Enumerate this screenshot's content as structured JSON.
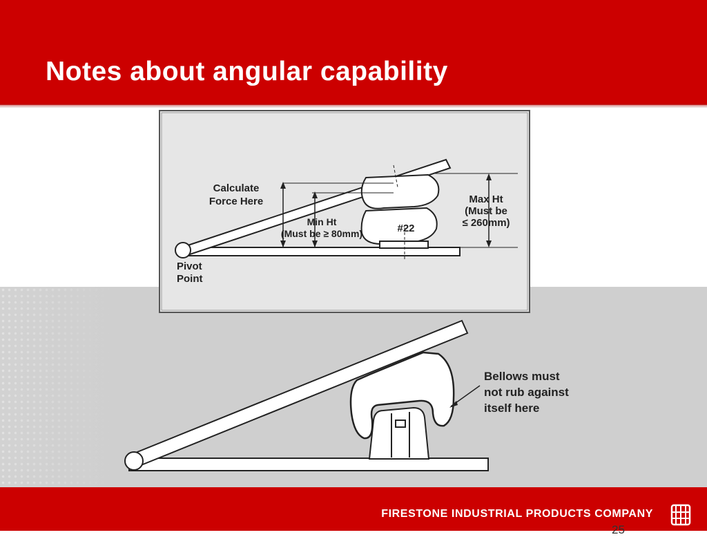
{
  "slide": {
    "title": "Notes about angular capability",
    "footer": "FIRESTONE INDUSTRIAL PRODUCTS COMPANY",
    "page_number": "25",
    "accent_color": "#cc0000"
  },
  "diagram_top": {
    "calculate_force": [
      "Calculate",
      "Force Here"
    ],
    "min_ht": [
      "Min Ht",
      "(Must be ≥ 80mm)"
    ],
    "max_ht": [
      "Max Ht",
      "(Must be",
      "≤ 260mm)"
    ],
    "part_number": "#22",
    "pivot_point": [
      "Pivot",
      "Point"
    ]
  },
  "diagram_bottom": {
    "note": [
      "Bellows must",
      "not rub against",
      "itself here"
    ]
  },
  "icons": [
    "firestone-logo-icon"
  ]
}
